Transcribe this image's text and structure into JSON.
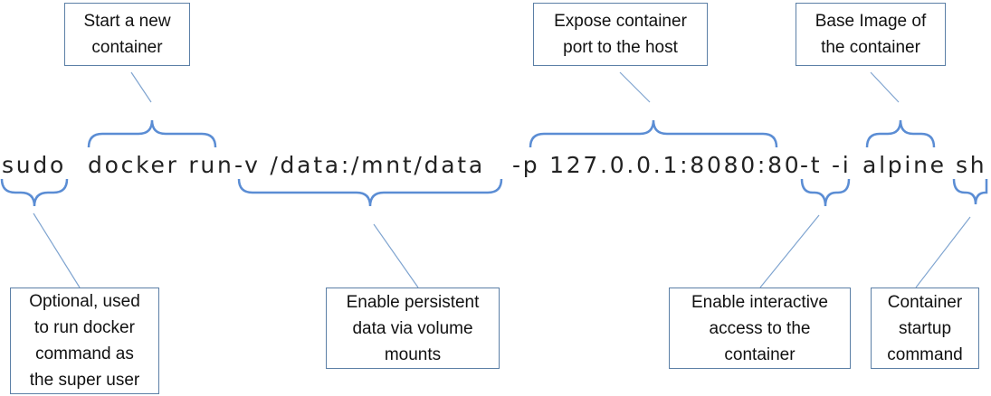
{
  "colors": {
    "brace": "#5b8dd4",
    "connector": "#7fa4d0",
    "box_border": "#5b7fa6",
    "text": "#222222"
  },
  "command": [
    {
      "id": "sudo",
      "text": "sudo"
    },
    {
      "id": "docker-run",
      "text": "docker run"
    },
    {
      "id": "volume-flag",
      "text": "-v /data:/mnt/data"
    },
    {
      "id": "port-flag",
      "text": "-p 127.0.0.1:8080:80"
    },
    {
      "id": "ti-flags",
      "text": "-t -i"
    },
    {
      "id": "image",
      "text": "alpine"
    },
    {
      "id": "startup-cmd",
      "text": "sh"
    }
  ],
  "annotations": {
    "start_container": [
      "Start a new",
      "container"
    ],
    "expose_port": [
      "Expose container",
      "port to the host"
    ],
    "base_image": [
      "Base Image of",
      "the container"
    ],
    "optional_sudo": [
      "Optional, used",
      "to run docker",
      "command as",
      "the super user"
    ],
    "persistent_data": [
      "Enable persistent",
      "data via volume",
      "mounts"
    ],
    "interactive": [
      "Enable interactive",
      "access to the",
      "container"
    ],
    "startup_command": [
      "Container",
      "startup",
      "command"
    ]
  }
}
